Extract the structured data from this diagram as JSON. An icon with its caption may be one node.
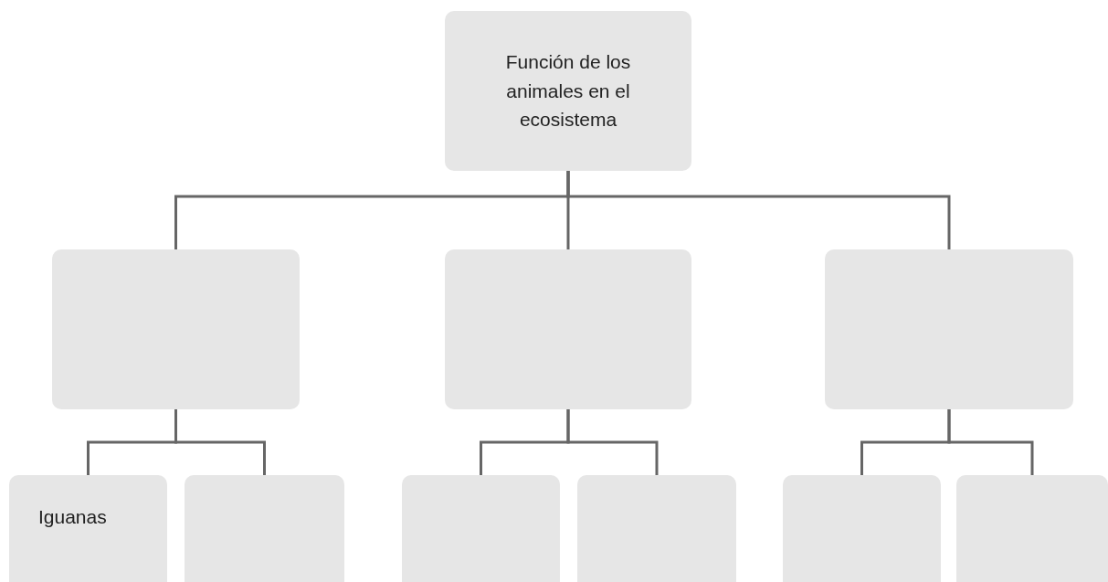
{
  "diagram": {
    "nodes": [
      {
        "text": [
          "Función de los animales en el ecosistema"
        ]
      },
      {
        "text": [],
        "shape": "box"
      },
      {
        "text": [],
        "shape": "box"
      },
      {
        "text": [],
        "shape": "box"
      },
      {
        "text": [
          "Iguanas"
        ]
      },
      {
        "text": [],
        "shape": "box"
      },
      {
        "text": [],
        "shape": "box"
      },
      {
        "text": [],
        "shape": "box"
      },
      {
        "text": [],
        "shape": "box"
      },
      {
        "text": [],
        "shape": "box"
      }
    ],
    "edges": [
      {
        "from": 0,
        "to": 1,
        "arrow": "none"
      },
      {
        "from": 0,
        "to": 2,
        "arrow": "none"
      },
      {
        "from": 0,
        "to": 3,
        "arrow": "none"
      },
      {
        "from": 1,
        "to": 4,
        "arrow": "none"
      },
      {
        "from": 1,
        "to": 5,
        "arrow": "none"
      },
      {
        "from": 2,
        "to": 6,
        "arrow": "none"
      },
      {
        "from": 2,
        "to": 7,
        "arrow": "none"
      },
      {
        "from": 3,
        "to": 8,
        "arrow": "none"
      },
      {
        "from": 3,
        "to": 9,
        "arrow": "none"
      }
    ]
  }
}
